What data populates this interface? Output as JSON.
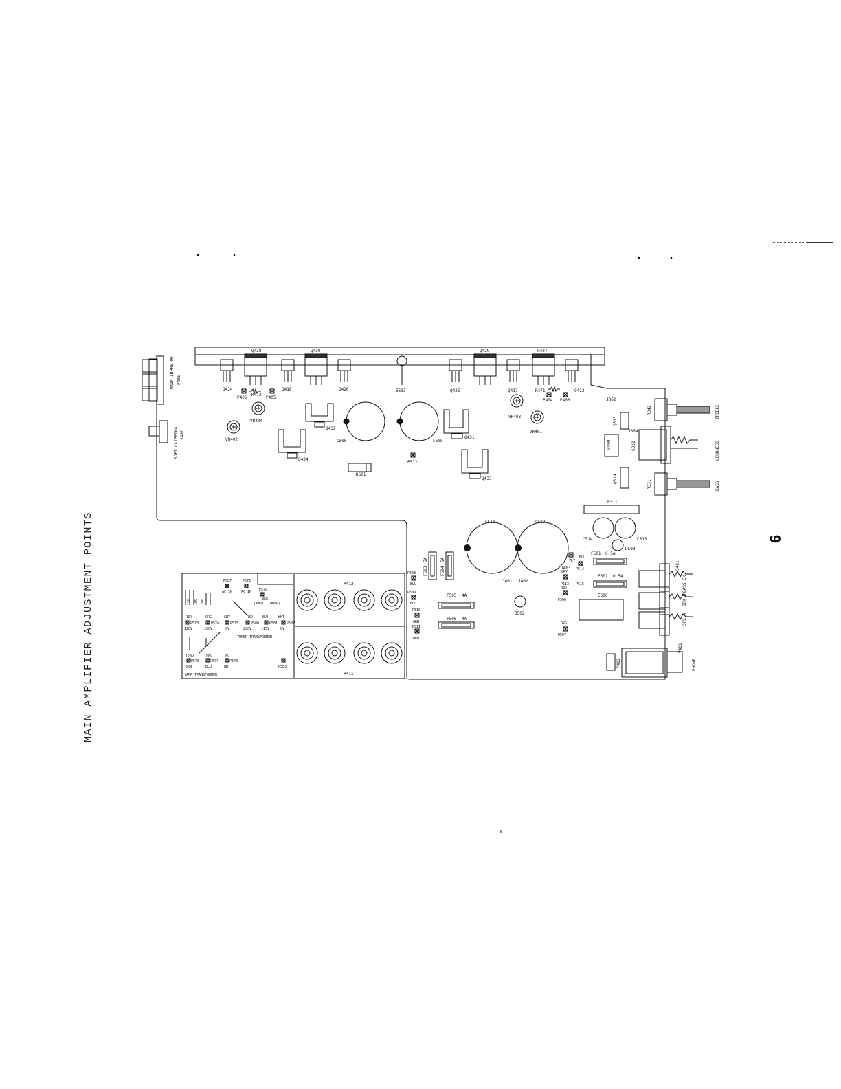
{
  "page": {
    "title": "MAIN AMPLIFIER ADJUSTMENT POINTS",
    "page_number": "6"
  },
  "diagram": {
    "top_row": {
      "q428": "Q428",
      "q430": "Q430",
      "q429": "Q429",
      "q427": "Q427",
      "q424": "Q424",
      "p406": "P406",
      "r472": "R472",
      "p405": "P405",
      "q418": "Q418",
      "q426": "Q426",
      "e503": "E503",
      "q425": "Q425",
      "q417": "Q417",
      "r471": "R471",
      "p404": "P404",
      "p403": "P403",
      "q423": "Q423"
    },
    "left_edge": {
      "main_in": "MAIN IN",
      "pre_out": "PRE OUT",
      "p401": "P401",
      "soft_clipping": "SOFT CLIPPING",
      "s401": "S401"
    },
    "upper_area": {
      "vr404": "VR404",
      "vr402": "VR402",
      "vr403": "VR403",
      "vr401": "VR401",
      "q432": "Q432",
      "q434": "Q434",
      "c506": "C506",
      "c505": "C505",
      "q431": "Q431",
      "p512": "P512",
      "q433": "Q433",
      "d501": "D501"
    },
    "right_controls": {
      "j362": "J362",
      "r342": "R342",
      "treble": "TREBLE",
      "q313": "Q313",
      "j364": "J364",
      "p400": "P400",
      "s332": "S332",
      "loudness": "LOUDNESS",
      "q314": "Q314",
      "r331": "R331",
      "bass": "BASS"
    },
    "power_area": {
      "p311": "P311",
      "c510": "C510",
      "c509": "C509",
      "c514": "C514",
      "c513": "C513",
      "d503": "D503",
      "f503": "F503",
      "f503_rating": "5A",
      "f504": "F504",
      "f504_rating": "5A",
      "f505": "F505",
      "f505_rating": "4A",
      "f506": "F506",
      "f506_rating": "4A",
      "p508": "P508",
      "p509": "P509",
      "p510": "P510",
      "p511": "P511",
      "blu": "BLU",
      "grn": "GRN",
      "brn": "BRN",
      "vlt": "VLT",
      "red": "RED",
      "gry": "GRY",
      "org": "ORG",
      "j401": "J401",
      "j402": "J402",
      "j403": "J403",
      "d502": "D502",
      "p514": "P514",
      "p513": "P513",
      "p515": "P515",
      "p506": "P506",
      "p507": "P507",
      "f501": "F501",
      "f501_rating": "0.5A",
      "f502": "F502",
      "f502_rating": "0.5A",
      "e500": "E500"
    },
    "speaker_area": {
      "s401": "S401",
      "bass_ex": "BASS EX",
      "spk_b": "SPK B",
      "spk_a": "SPK A",
      "v401": "V401",
      "phone": "PHONE",
      "p402": "P402"
    },
    "terminals": {
      "p412": "P412",
      "p411": "P411"
    },
    "transformer_panel": {
      "p587": "P587",
      "p572": "P572",
      "ac_in_1": "AC IN",
      "ac_in_2": "AC IN",
      "p579": "P579",
      "blk": "BLK",
      "amp_tuner": "(AMP) (TUNER)",
      "red": "RED",
      "org": "ORG",
      "gry": "GRY",
      "red2": "RED",
      "blu": "BLU",
      "wht": "WHT",
      "p578": "P578",
      "p574": "P574",
      "p575": "P575",
      "p580": "P580",
      "p581": "P581",
      "p582": "P582",
      "v120": "120V",
      "v100": "100V",
      "v0": "0V",
      "v230": "230V",
      "v115": "115V",
      "v0b": "0V",
      "tuner_transformer": "(TUNER TRANSFORMER)",
      "v120b": "120V",
      "v100b": "100V",
      "v0c": "0V",
      "p576": "P576",
      "p577": "P577",
      "p578b": "P578",
      "brn": "BRN",
      "blu2": "BLU",
      "wht2": "WHT",
      "p583": "P583",
      "amp_transformer": "(AMP TRANSFORMER)",
      "n120": "120",
      "n100": "100",
      "n240": "240"
    }
  }
}
